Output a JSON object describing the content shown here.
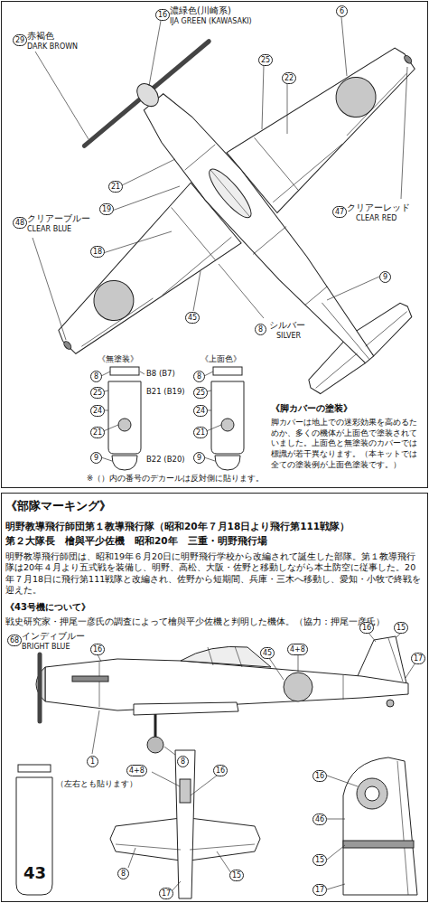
{
  "diagram": {
    "labels": [
      "16",
      "濃緑色(川崎系)",
      "IJA GREEN (KAWASAKI)",
      "29",
      "赤褐色",
      "DARK BROWN",
      "47",
      "クリアーレッド",
      "CLEAR RED",
      "8",
      "シルバー",
      "SILVER",
      "48",
      "クリアーブルー",
      "CLEAR BLUE",
      "6",
      "25",
      "22",
      "21",
      "19",
      "18",
      "45",
      "9",
      "《無塗装》",
      "《上面色》",
      "8",
      "25",
      "24",
      "21",
      "9",
      "B8 (B7)",
      "B21 (B19)",
      "B22 (B20)",
      "8",
      "25",
      "24",
      "21",
      "9",
      "※（）内の番号のデカールは反対側に貼ります。",
      "《脚カバーの塗装》",
      "脚カバーは地上での迷彩効果を高めるためか、多くの機体が上面色で塗装されていました。上面色と無塗装のカバーでは標識が若干異なります。（本キットでは全ての塗装例が上面色塗装です。）",
      "《部隊マーキング》",
      "明野教導飛行師団第１教導飛行隊（昭和20年７月18日より飛行第111戦隊）",
      "第２大隊長　檜與平少佐機　昭和20年　三重・明野飛行場",
      "明野教導飛行師団は、昭和19年６月20日に明野飛行学校から改編されて誕生した部隊。第１教導飛行隊は20年４月より五式戦を装備し、明野、高松、大阪・佐野と移動しながら本土防空に従事した。20年７月18日に飛行第111戦隊と改編され、佐野から短期間、兵庫・三木へ移動し、愛知・小牧で終戦を迎えた。",
      "《43号機について》",
      "戦史研究家・押尾一彦氏の調査によって檜與平少佐機と判明した機体。（協力：押尾一彦氏）",
      "68",
      "インディブルー",
      "BRIGHT BLUE",
      "16",
      "45",
      "4+8",
      "16",
      "15",
      "17",
      "1",
      "8",
      "（左右とも貼ります）",
      "43",
      "4+8",
      "16",
      "8",
      "15",
      "17",
      "16",
      "46",
      "15",
      "17"
    ]
  }
}
